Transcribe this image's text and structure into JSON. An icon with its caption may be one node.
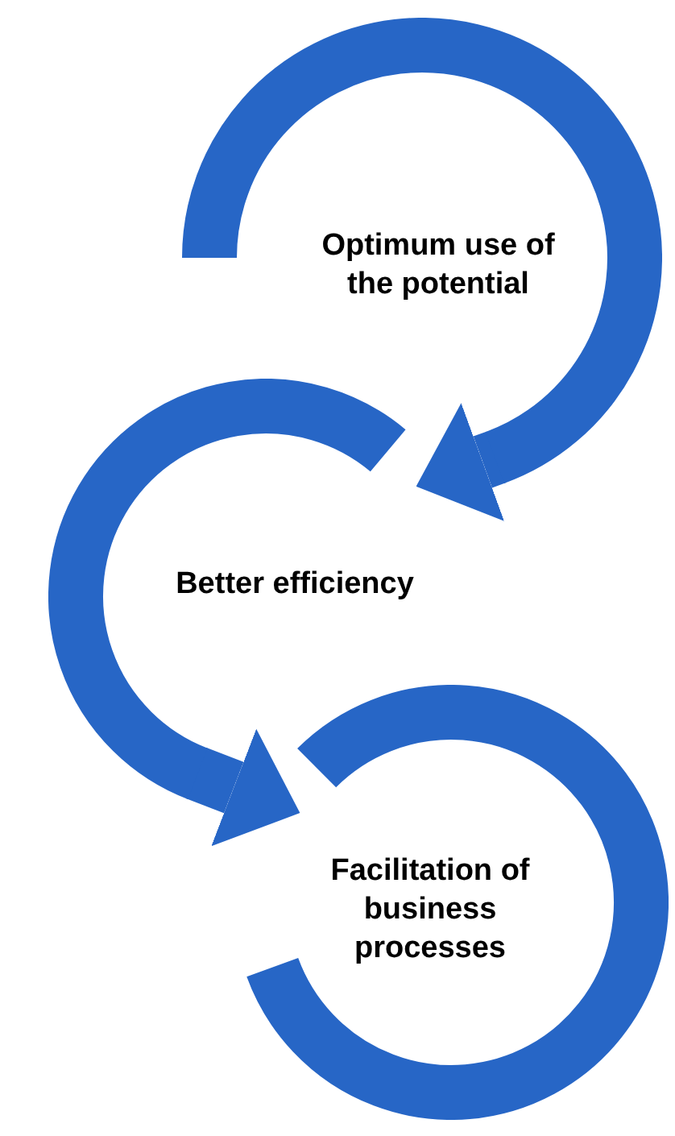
{
  "diagram": {
    "nodes": [
      {
        "text": [
          "Optimum use of the potential"
        ]
      },
      {
        "text": [
          "Better efficiency"
        ]
      },
      {
        "text": [
          "Facilitation of business processes"
        ]
      }
    ],
    "edges": [
      {
        "from": 0,
        "to": 1,
        "arrow": "to"
      },
      {
        "from": 1,
        "to": 2,
        "arrow": "to"
      }
    ]
  }
}
